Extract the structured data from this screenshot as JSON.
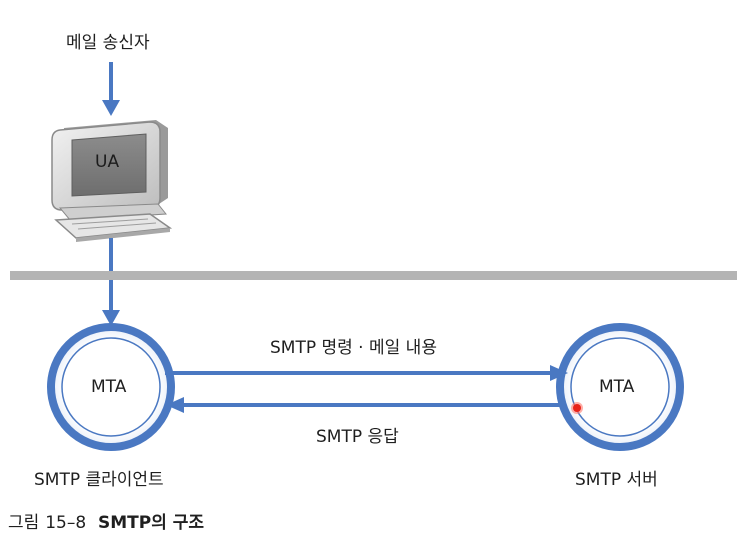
{
  "sender_label": "메일 송신자",
  "ua_label": "UA",
  "mta_client_label": "MTA",
  "mta_server_label": "MTA",
  "forward_label": "SMTP 명령 · 메일 내용",
  "reply_label": "SMTP 응답",
  "client_caption": "SMTP 클라이언트",
  "server_caption": "SMTP 서버",
  "figure_caption": {
    "prefix": "그림",
    "number": "15–8",
    "title": "SMTP의 구조"
  },
  "colors": {
    "arrow": "#4a78c2",
    "ring_outer": "#4a78c2",
    "divider": "#b4b4b4",
    "marker": "#e8231a"
  }
}
